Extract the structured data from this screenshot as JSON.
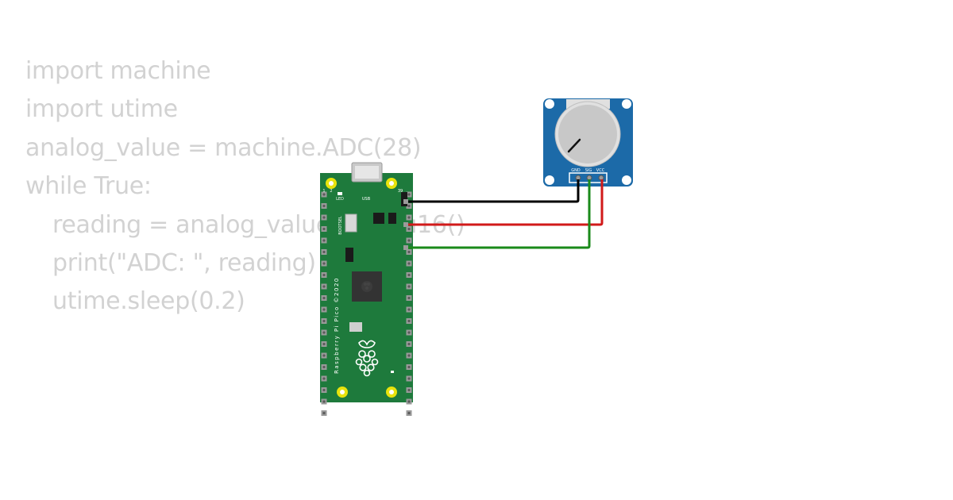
{
  "code": {
    "lines": [
      "import machine",
      "import utime",
      "analog_value = machine.ADC(28)",
      "while True:",
      "reading = analog_value.read_u16()",
      "print(\"ADC: \", reading)",
      "utime.sleep(0.2)"
    ]
  },
  "pico": {
    "label_usb": "USB",
    "label_led": "LED",
    "label_bootsel": "BOOTSEL",
    "label_board": "Raspberry Pi Pico ©2020",
    "pin_1": "1",
    "pin_2": "2",
    "pin_39": "39",
    "board_color": "#1e7a3c"
  },
  "potentiometer": {
    "label_gnd": "GND",
    "label_sig": "SIG",
    "label_vcc": "VCC",
    "board_color": "#1c6aa8"
  },
  "wires": {
    "gnd_color": "#000000",
    "vcc_color": "#d11a1a",
    "sig_color": "#1a8a1a"
  }
}
